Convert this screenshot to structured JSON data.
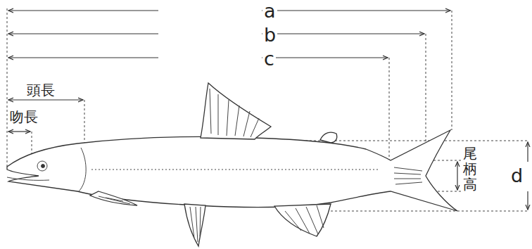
{
  "diagram": {
    "labels": [
      "a",
      "b",
      "c",
      "頭長",
      "吻長",
      "尾柄高",
      "d"
    ]
  }
}
